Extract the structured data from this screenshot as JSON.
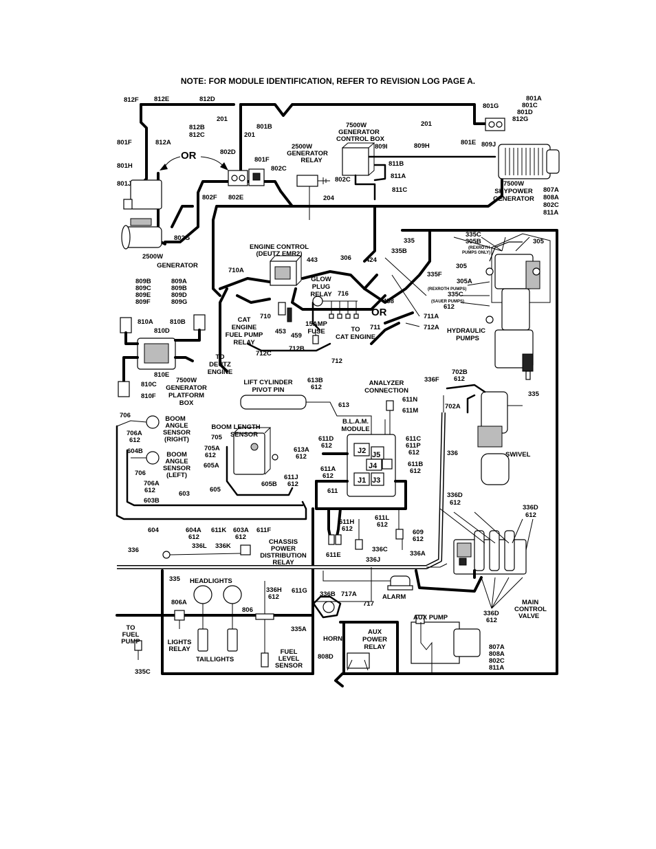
{
  "note": "NOTE: FOR MODULE IDENTIFICATION, REFER TO REVISION LOG PAGE A.",
  "labels": {
    "l812F": "812F",
    "l812E": "812E",
    "l812D": "812D",
    "l201a": "201",
    "l812B": "812B",
    "l812C": "812C",
    "l801Ba": "801B",
    "l201b": "201",
    "l201c": "201",
    "l801G": "801G",
    "l801A": "801A",
    "l801C": "801C",
    "l801D": "801D",
    "l812G": "812G",
    "l812A": "812A",
    "l801F": "801F",
    "l801H": "801H",
    "l801J": "801J",
    "l802D": "802D",
    "l801Fb": "801F",
    "l802C": "802C",
    "l802F": "802F",
    "l802E": "802E",
    "l802G": "802G",
    "gen2500_1": "2500W",
    "gen2500_2": "GENERATOR",
    "relay_1": "2500W",
    "relay_2": "GENERATOR",
    "relay_3": "RELAY",
    "ctrl_1": "7500W",
    "ctrl_2": "GENERATOR",
    "ctrl_3": "CONTROL BOX",
    "l809I": "809I",
    "l809H": "809H",
    "l801E": "801E",
    "l809J": "809J",
    "l811B": "811B",
    "l811A": "811A",
    "l811C": "811C",
    "l802Cb": "802C",
    "l204": "204",
    "sky_1": "7500W",
    "sky_2": "SKYPOWER",
    "sky_3": "GENERATOR",
    "l807A": "807A",
    "l808A": "808A",
    "l802Cc": "802C",
    "l811Ad": "811A",
    "or1": "OR",
    "or2": "OR",
    "eng_1": "ENGINE CONTROL",
    "eng_2": "(DEUTZ EMR2)",
    "l443": "443",
    "l306": "306",
    "l424": "424",
    "l335": "335",
    "l335B": "335B",
    "l335C": "335C",
    "l305B": "305B",
    "rex1": "(REXROTH",
    "rex2": "PUMPS ONLY)",
    "l305": "305",
    "l305b": "305",
    "l335F": "335F",
    "l305A": "305A",
    "rexp": "(REXROTH PUMPS)",
    "l335Cb": "335C",
    "saup": "(SAUER PUMPS)",
    "l612a": "612",
    "l710A": "710A",
    "glow_1": "GLOW",
    "glow_2": "PLUG",
    "glow_3": "RELAY",
    "l716": "716",
    "l458": "458",
    "l710": "710",
    "l453": "453",
    "l459": "459",
    "fuse_1": "15AMP",
    "fuse_2": "FUSE",
    "l711": "711",
    "l711A": "711A",
    "l712A": "712A",
    "tocat_1": "TO",
    "tocat_2": "CAT ENGINE",
    "hyd_1": "HYDRAULIC",
    "hyd_2": "PUMPS",
    "cat_1": "CAT",
    "cat_2": "ENGINE",
    "cat_3": "FUEL PUMP",
    "cat_4": "RELAY",
    "l712B": "712B",
    "l712C": "712C",
    "l712": "712",
    "todeutz_1": "TO",
    "todeutz_2": "DEUTZ",
    "todeutz_3": "ENGINE",
    "l809B": "809B",
    "l809C": "809C",
    "l809E": "809E",
    "l809F": "809F",
    "l809A": "809A",
    "l809Bb": "809B",
    "l809D": "809D",
    "l809G": "809G",
    "l810A": "810A",
    "l810B": "810B",
    "l810D": "810D",
    "l810E": "810E",
    "l810C": "810C",
    "l810F": "810F",
    "plat_1": "7500W",
    "plat_2": "GENERATOR",
    "plat_3": "PLATFORM",
    "plat_4": "BOX",
    "lift_1": "LIFT CYLINDER",
    "lift_2": "PIVOT PIN",
    "l613B": "613B",
    "l612b": "612",
    "l613": "613",
    "ana_1": "ANALYZER",
    "ana_2": "CONNECTION",
    "l611N": "611N",
    "l611M": "611M",
    "blam_1": "B.L.A.M.",
    "blam_2": "MODULE",
    "l336F": "336F",
    "l702B": "702B",
    "l612c": "612",
    "l335b": "335",
    "l702A": "702A",
    "l706": "706",
    "bar_1": "BOOM",
    "bar_2": "ANGLE",
    "bar_3": "SENSOR",
    "bar_4": "(RIGHT)",
    "l706A": "706A",
    "l612d": "612",
    "l604B": "604B",
    "bls_1": "BOOM LENGTH",
    "bls_2": "SENSOR",
    "l705": "705",
    "l705A": "705A",
    "l612e": "612",
    "l605A": "605A",
    "bal_1": "BOOM",
    "bal_2": "ANGLE",
    "bal_3": "SENSOR",
    "bal_4": "(LEFT)",
    "l706b": "706",
    "l706Ab": "706A",
    "l612f": "612",
    "l603B": "603B",
    "l603": "603",
    "l605": "605",
    "l605B": "605B",
    "l611J": "611J",
    "l612g": "612",
    "l611D": "611D",
    "l612h": "612",
    "l613A": "613A",
    "l612i": "612",
    "l611A": "611A",
    "l612j": "612",
    "J2": "J2",
    "J5": "J5",
    "J4": "J4",
    "J1": "J1",
    "J3": "J3",
    "l611C": "611C",
    "l611P": "611P",
    "l612k": "612",
    "l611B": "611B",
    "l612l": "612",
    "l611": "611",
    "l336": "336",
    "swivel": "SWIVEL",
    "l604": "604",
    "l604A": "604A",
    "l612m": "612",
    "l611K": "611K",
    "l603A": "603A",
    "l612n": "612",
    "l611F": "611F",
    "l611H": "611H",
    "l612o": "612",
    "l611L": "611L",
    "l612p": "612",
    "l609": "609",
    "l612q": "612",
    "l611E": "611E",
    "l336C": "336C",
    "l336J": "336J",
    "l336A": "336A",
    "l336D": "336D",
    "l612r": "612",
    "l336Db": "336D",
    "l612s": "612",
    "l336b": "336",
    "l336L": "336L",
    "l336K": "336K",
    "cpd_1": "CHASSIS",
    "cpd_2": "POWER",
    "cpd_3": "DISTRIBUTION",
    "cpd_4": "RELAY",
    "l335c": "335",
    "headlights": "HEADLIGHTS",
    "l806A": "806A",
    "l806": "806",
    "l336H": "336H",
    "l612t": "612",
    "l611G": "611G",
    "l336B": "336B",
    "l717A": "717A",
    "l717": "717",
    "alarm": "ALARM",
    "mcv_1": "MAIN",
    "mcv_2": "CONTROL",
    "mcv_3": "VALVE",
    "l336Dc": "336D",
    "l612u": "612",
    "tofuel_1": "TO",
    "tofuel_2": "FUEL",
    "tofuel_3": "PUMP",
    "l335Cc": "335C",
    "lr_1": "LIGHTS",
    "lr_2": "RELAY",
    "taillights": "TAILLIGHTS",
    "fls_1": "FUEL",
    "fls_2": "LEVEL",
    "fls_3": "SENSOR",
    "l335A": "335A",
    "horn": "HORN",
    "apr_1": "AUX",
    "apr_2": "POWER",
    "apr_3": "RELAY",
    "l808D": "808D",
    "auxpump": "AUX PUMP",
    "l807Ab": "807A",
    "l808Ab": "808A",
    "l802Cd": "802C",
    "l811Ae": "811A"
  }
}
